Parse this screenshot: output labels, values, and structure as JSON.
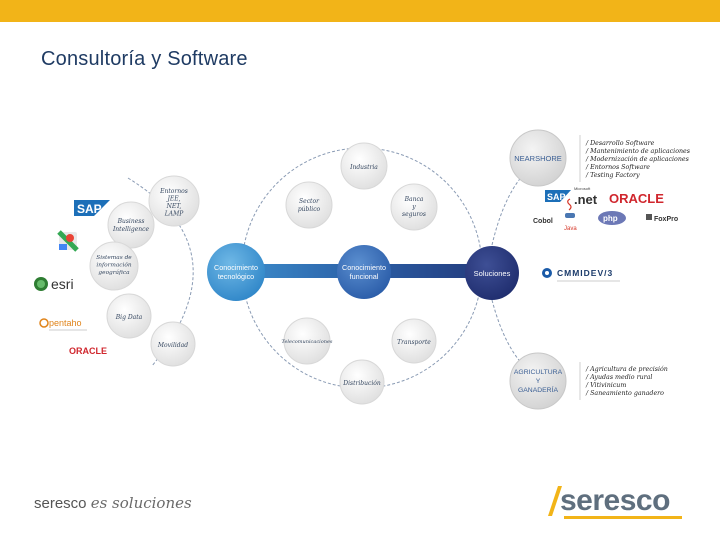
{
  "slide": {
    "title": "Consultoría y Software",
    "accent_color": "#f2b418"
  },
  "diagram": {
    "center_nodes": {
      "conocimiento_tecnologico": "Conocimiento tecnológico",
      "conocimiento_funcional": "Conocimiento funcional",
      "soluciones": "Soluciones"
    },
    "tech_bubbles": [
      "Entornos JEE, NET, LAMP",
      "Business Intelligence",
      "Sistemas de información geográfica",
      "Big Data",
      "Movilidad"
    ],
    "functional_bubbles": [
      "Industria",
      "Sector público",
      "Banca y seguros",
      "Telecomunicaciones",
      "Transporte",
      "Distribución"
    ],
    "nearshore": {
      "label": "NEARSHORE",
      "items": [
        "/ Desarrollo Software",
        "/ Mantenimiento de aplicaciones",
        "/ Modernización de aplicaciones",
        "/ Entornos Software",
        "/ Testing Factory"
      ]
    },
    "agricultura": {
      "label_lines": [
        "AGRICULTURA",
        "Y",
        "GANADERÍA"
      ],
      "items": [
        "/ Agricultura de precisión",
        "/ Ayudas medio rural",
        "/ Vitivinicum",
        "/ Saneamiento ganadero"
      ]
    }
  },
  "logos": {
    "left": [
      "SAP",
      "esri",
      "pentaho",
      "ORACLE"
    ],
    "right": [
      "SAP",
      ".net",
      "ORACLE",
      "Cobol",
      "Java",
      "php",
      "FoxPro"
    ],
    "cmmi_text": "CMMIDEV/3"
  },
  "footer": {
    "brand": "seresco",
    "tagline": "es soluciones",
    "logo_text": "seresco"
  }
}
